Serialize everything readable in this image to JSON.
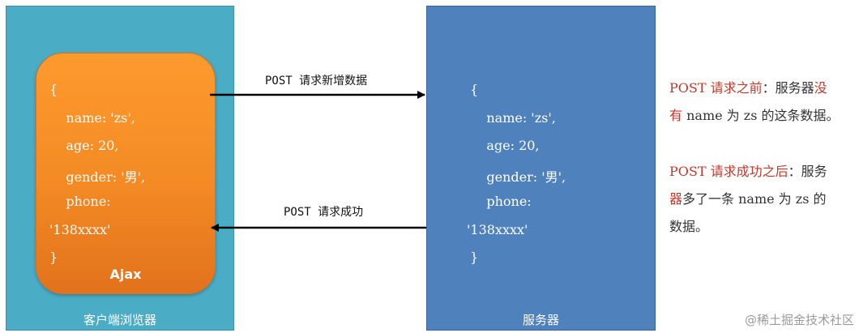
{
  "client": {
    "label": "客户端浏览器",
    "box_label": "Ajax",
    "code": [
      "{",
      "    name: 'zs',",
      "    age: 20,",
      "    gender: '男',",
      "    phone:",
      "'138xxxx'",
      "}"
    ]
  },
  "server": {
    "label": "服务器",
    "code": [
      "{",
      "    name: 'zs',",
      "    age: 20,",
      "    gender: '男',",
      "    phone:",
      "'138xxxx'",
      "}"
    ]
  },
  "arrows": {
    "request_label": "POST 请求新增数据",
    "response_label": "POST 请求成功"
  },
  "notes": {
    "before_red": "POST 请求之前",
    "before_black": "：服务器",
    "before_red2": "没",
    "before_line2_red": "有",
    "before_line2_black": " name 为 zs 的这条数据。",
    "after_red": "POST 请求成功之后",
    "after_black": "：服务",
    "after_line2_red": "器",
    "after_line2_black": "多了一条 name 为 zs 的",
    "after_line3": "数据。"
  },
  "watermark": "@稀土掘金技术社区",
  "colors": {
    "client_bg": "#4bacc6",
    "server_bg": "#4f81bd",
    "ajax_bg": "#f38a24",
    "note_red": "#c0392b"
  }
}
